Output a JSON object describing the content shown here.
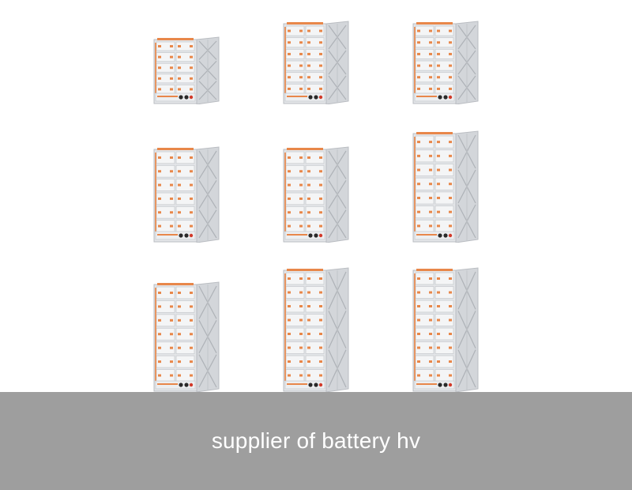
{
  "caption": {
    "text": "supplier of battery hv"
  },
  "colors": {
    "caption_bar": "#9e9e9e",
    "rack_frame": "#e4e6e9",
    "rack_frame_edge": "#b9bcc1",
    "module_face": "#f4f5f6",
    "module_edge": "#c9ccd0",
    "side_panel": "#d3d6da",
    "busbar": "#e8874a",
    "terminal_dark": "#2a2a2a",
    "terminal_red": "#d23a2a"
  },
  "products": [
    {
      "modules": 5,
      "icon": "battery-rack-icon"
    },
    {
      "modules": 6,
      "icon": "battery-rack-icon"
    },
    {
      "modules": 6,
      "icon": "battery-rack-icon"
    },
    {
      "modules": 6,
      "icon": "battery-rack-icon"
    },
    {
      "modules": 6,
      "icon": "battery-rack-icon"
    },
    {
      "modules": 7,
      "icon": "battery-rack-icon"
    },
    {
      "modules": 7,
      "icon": "battery-rack-icon"
    },
    {
      "modules": 8,
      "icon": "battery-rack-icon"
    },
    {
      "modules": 8,
      "icon": "battery-rack-icon"
    }
  ]
}
